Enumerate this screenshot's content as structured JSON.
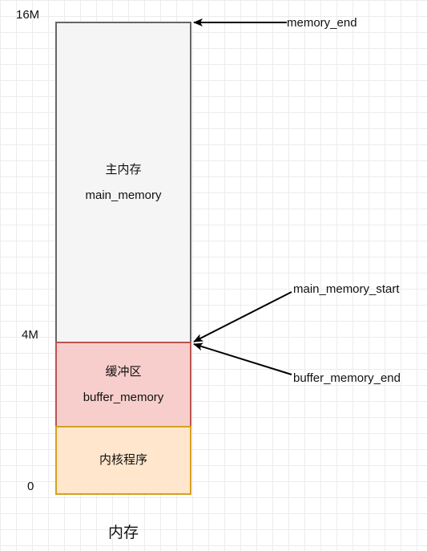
{
  "ticks": {
    "top": "16M",
    "middle": "4M",
    "bottom": "0"
  },
  "blocks": {
    "main": {
      "line1": "主内存",
      "line2": "main_memory"
    },
    "buffer": {
      "line1": "缓冲区",
      "line2": "buffer_memory"
    },
    "kernel": {
      "line1": "内核程序"
    }
  },
  "pointers": {
    "memory_end": "memory_end",
    "main_memory_start": "main_memory_start",
    "buffer_memory_end": "buffer_memory_end"
  },
  "caption": "内存",
  "colors": {
    "main_fill": "#f5f5f5",
    "main_border": "#666666",
    "buffer_fill": "#f8cecc",
    "buffer_border": "#b85450",
    "kernel_fill": "#ffe6cc",
    "kernel_border": "#d6a11e"
  }
}
